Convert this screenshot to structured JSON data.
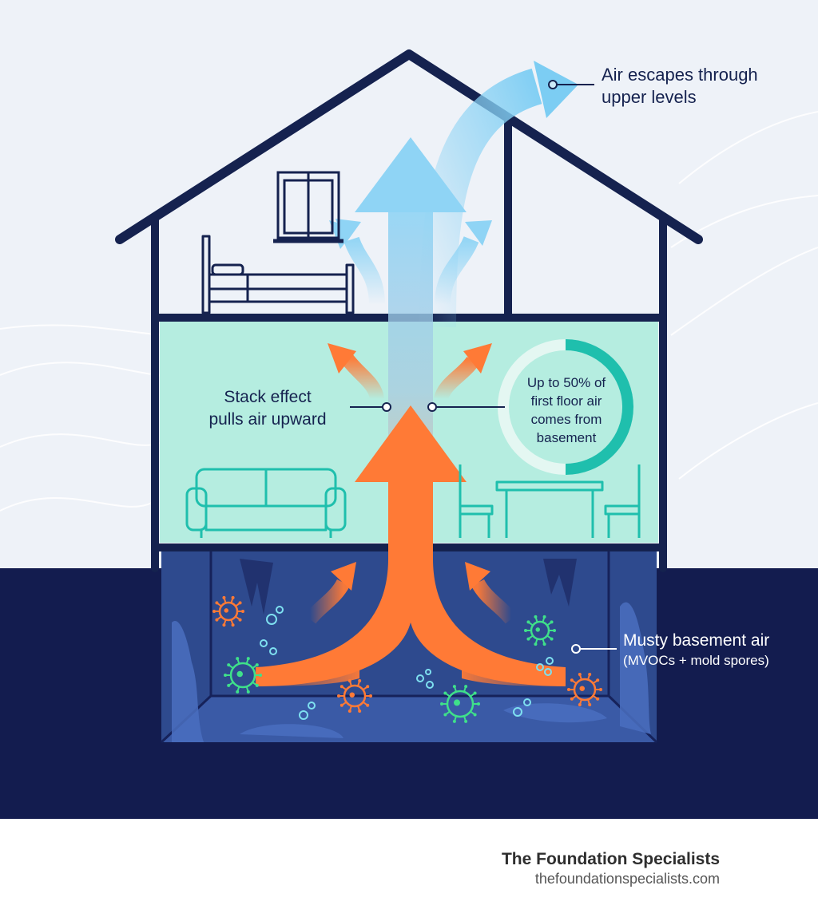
{
  "labels": {
    "upper": [
      "Air escapes through",
      "upper levels"
    ],
    "stack": [
      "Stack effect",
      "pulls air upward"
    ],
    "percent": [
      "Up to 50% of",
      "first floor air",
      "comes from",
      "basement"
    ],
    "basement_title": "Musty basement air",
    "basement_sub": "(MVOCs + mold spores)"
  },
  "brand": {
    "name": "The Foundation Specialists",
    "url": "thefoundationspecialists.com"
  },
  "gauge": {
    "percent": 50
  },
  "colors": {
    "navy": "#15224f",
    "first_floor": "#b5ede0",
    "basement": "#2e4a8e",
    "warm_arrow": "#ff7a36",
    "cool_arrow": "#7ccdf3",
    "teal": "#1fbfad",
    "mold_green": "#3fe08a",
    "mold_orange": "#ff7a36"
  },
  "icons": [
    "bed-icon",
    "window-icon",
    "sofa-icon",
    "table-icon",
    "chair-icon",
    "mold-spore-icon",
    "air-bubble-icon"
  ]
}
